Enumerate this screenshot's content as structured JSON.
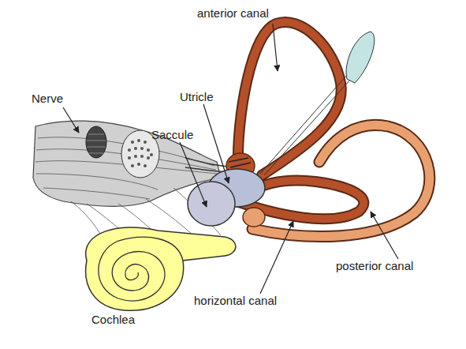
{
  "diagram": {
    "labels": [
      "anterior canal",
      "Nerve",
      "Utricle",
      "Saccule",
      "posterior canal",
      "horizontal canal",
      "Cochlea"
    ]
  }
}
